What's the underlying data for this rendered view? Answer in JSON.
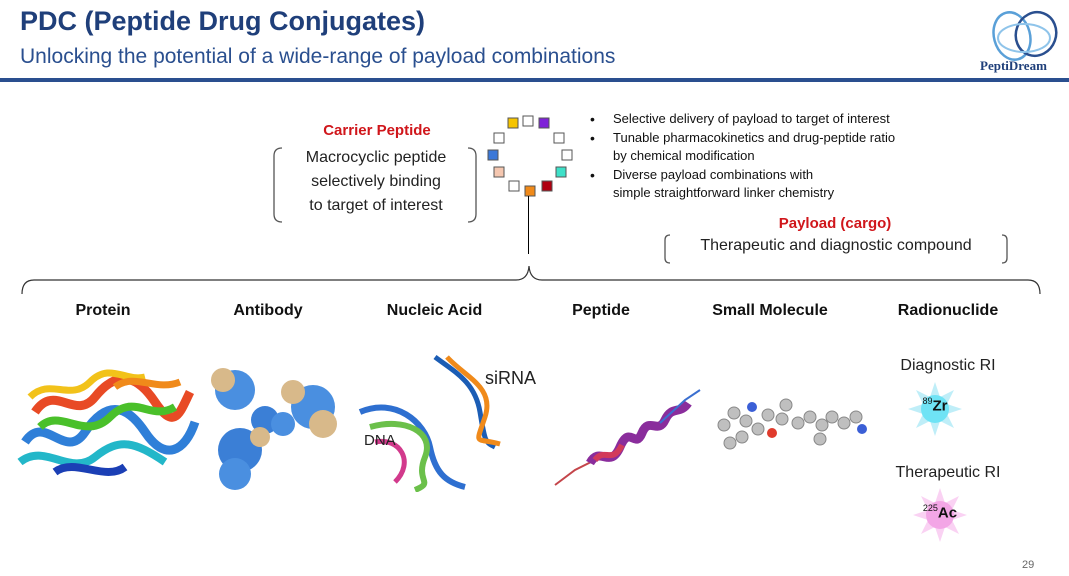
{
  "header": {
    "title": "PDC (Peptide Drug Conjugates)",
    "subtitle": "Unlocking the potential of a wide-range of payload combinations",
    "logo_text": "PeptiDream"
  },
  "carrier": {
    "title": "Carrier Peptide",
    "lines": [
      "Macrocyclic peptide",
      "selectively binding",
      "to target of interest"
    ]
  },
  "bullets": [
    [
      "Selective delivery of payload to target of interest"
    ],
    [
      "Tunable pharmacokinetics and drug-peptide ratio",
      "by chemical modification"
    ],
    [
      "Diverse payload combinations with",
      "simple straightforward linker chemistry"
    ]
  ],
  "payload": {
    "title": "Payload (cargo)",
    "description": "Therapeutic and diagnostic compound"
  },
  "categories": [
    "Protein",
    "Antibody",
    "Nucleic Acid",
    "Peptide",
    "Small Molecule",
    "Radionuclide"
  ],
  "nucleic": {
    "sirna": "siRNA",
    "dna": "DNA"
  },
  "radionuclide": {
    "diagnostic_label": "Diagnostic RI",
    "diagnostic_mass": "89",
    "diagnostic_symbol": "Zr",
    "therapeutic_label": "Therapeutic RI",
    "therapeutic_mass": "225",
    "therapeutic_symbol": "Ac"
  },
  "page_number": "29",
  "colors": {
    "title_blue": "#1f3f7a",
    "accent_red": "#d0161b",
    "zr_core": "#6fe3f5",
    "ac_core": "#f3a6e6"
  }
}
